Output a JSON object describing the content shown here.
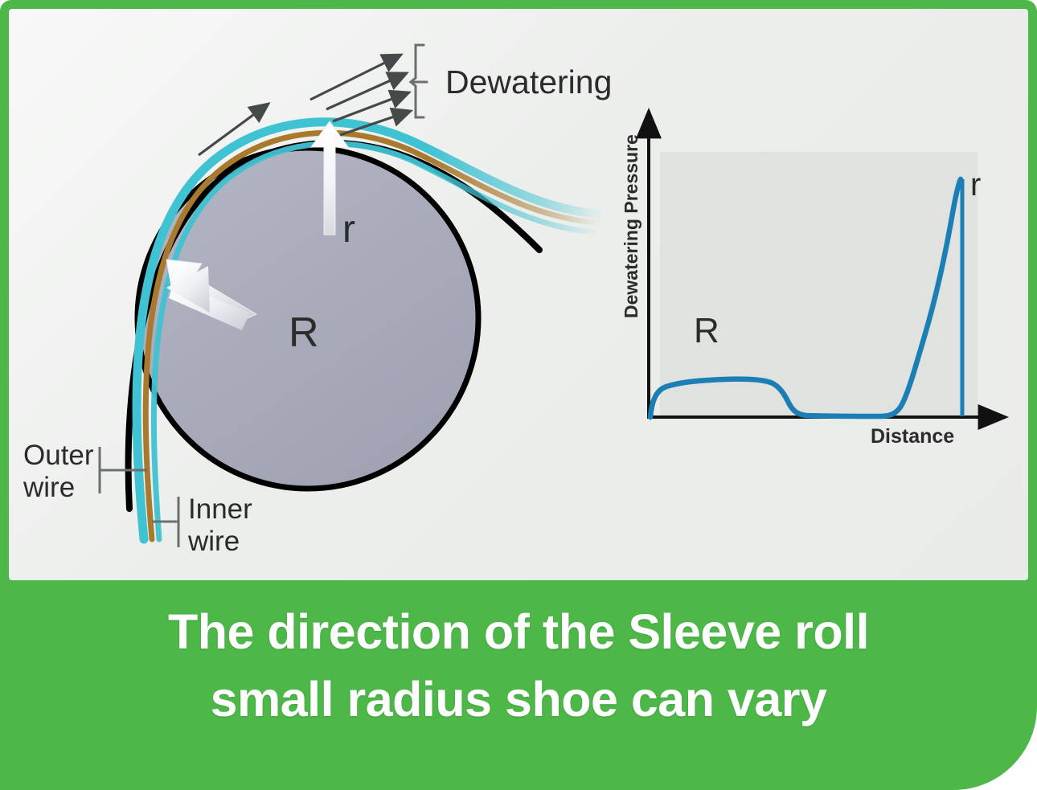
{
  "theme": {
    "brand_green": "#4db748",
    "panel_bg": "#eceeec",
    "roll_gray": "#a9adbb",
    "roll_outline": "#000000",
    "outer_wire_color": "#3fc2d2",
    "inner_wire_color": "#a97a2e",
    "curve_blue": "#1b7fb5",
    "plot_bg": "#dfe2de",
    "axis_black": "#111111",
    "arrow_dark": "#444a4a",
    "white_arrow": "#ffffff"
  },
  "caption": {
    "line1": "The direction of the Sleeve roll",
    "line2": "small radius shoe can vary"
  },
  "diagram": {
    "dewatering_label": "Dewatering",
    "small_radius_label": "r",
    "large_radius_label": "R",
    "outer_wire_label_line1": "Outer",
    "outer_wire_label_line2": "wire",
    "inner_wire_label_line1": "Inner",
    "inner_wire_label_line2": "wire",
    "dewatering_arrow_count": 4,
    "machine_direction_arrow": "machine-direction-arrow"
  },
  "chart_data": {
    "type": "line",
    "title": "",
    "xlabel": "Distance",
    "ylabel": "Dewatering Pressure",
    "grid": false,
    "legend": false,
    "axis_arrows": true,
    "plot_background": "#dfe2de",
    "series": [
      {
        "name": "Dewatering pressure profile",
        "color": "#1b7fb5",
        "x": [
          0.0,
          0.01,
          0.03,
          0.06,
          0.1,
          0.16,
          0.22,
          0.28,
          0.33,
          0.37,
          0.4,
          0.43,
          0.46,
          0.5,
          0.56,
          0.62,
          0.68,
          0.72,
          0.75,
          0.78,
          0.81,
          0.84,
          0.87,
          0.89,
          0.9
        ],
        "y": [
          0.0,
          0.055,
          0.085,
          0.098,
          0.104,
          0.108,
          0.11,
          0.11,
          0.105,
          0.085,
          0.055,
          0.025,
          0.01,
          0.005,
          0.004,
          0.004,
          0.004,
          0.01,
          0.05,
          0.18,
          0.4,
          0.63,
          0.83,
          0.945,
          0.96
        ]
      },
      {
        "name": "Shoe drop (vertical at r)",
        "color": "#1b7fb5",
        "x": [
          0.9,
          0.905
        ],
        "y": [
          0.96,
          0.005
        ]
      }
    ],
    "annotations": [
      {
        "text": "R",
        "x": 0.13,
        "y": 0.33,
        "size": "large"
      },
      {
        "text": "r",
        "x": 0.935,
        "y": 0.975,
        "size": "large"
      }
    ],
    "xlim": [
      0,
      1
    ],
    "ylim": [
      0,
      1
    ]
  }
}
